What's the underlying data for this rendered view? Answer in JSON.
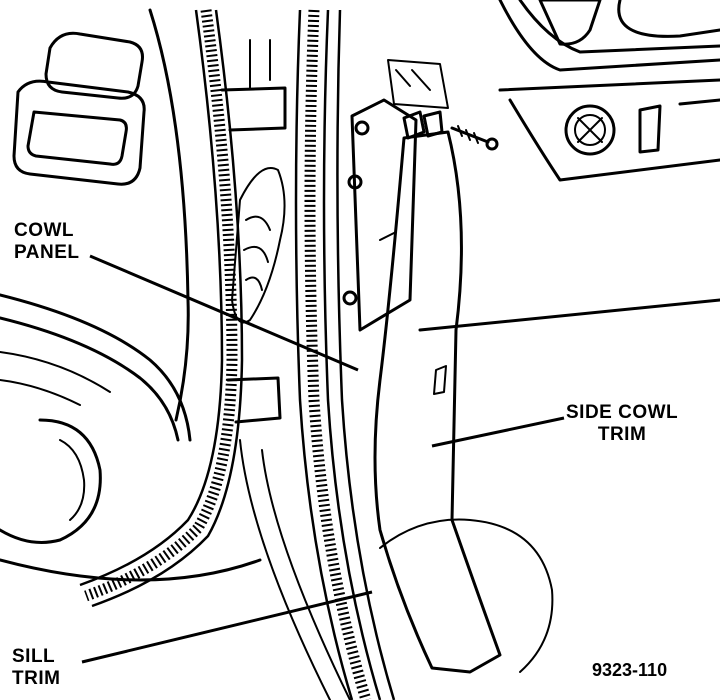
{
  "labels": {
    "cowl_panel": [
      "COWL",
      "PANEL"
    ],
    "side_cowl_trim": [
      "SIDE COWL",
      "TRIM"
    ],
    "sill_trim": [
      "SILL",
      "TRIM"
    ],
    "figure_number": "9323-110"
  }
}
